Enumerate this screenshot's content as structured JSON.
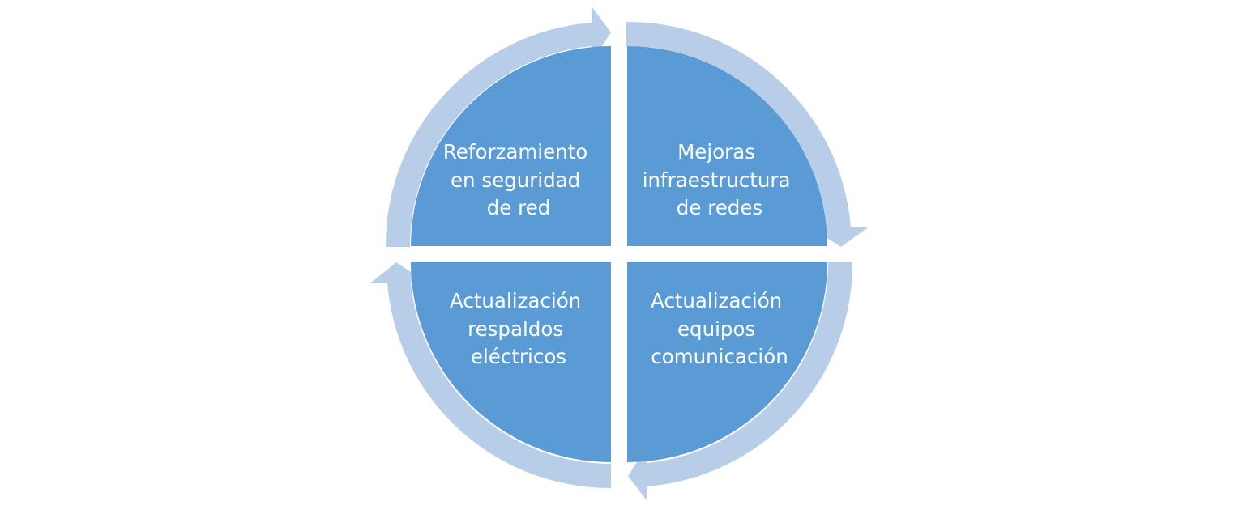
{
  "colors": {
    "segment": "#5b9bd5",
    "arrow": "#b7cde8",
    "text": "#ffffff",
    "background": "#ffffff"
  },
  "cycle": {
    "segments": [
      {
        "id": "top-left",
        "lines": [
          "Reforzamiento",
          "en seguridad",
          "de red"
        ]
      },
      {
        "id": "top-right",
        "lines": [
          "Mejoras",
          "infraestructura",
          "de redes"
        ]
      },
      {
        "id": "bottom-right",
        "lines": [
          "Actualización",
          "equipos",
          "comunicación"
        ]
      },
      {
        "id": "bottom-left",
        "lines": [
          "Actualización",
          "respaldos",
          "eléctricos"
        ]
      }
    ]
  }
}
